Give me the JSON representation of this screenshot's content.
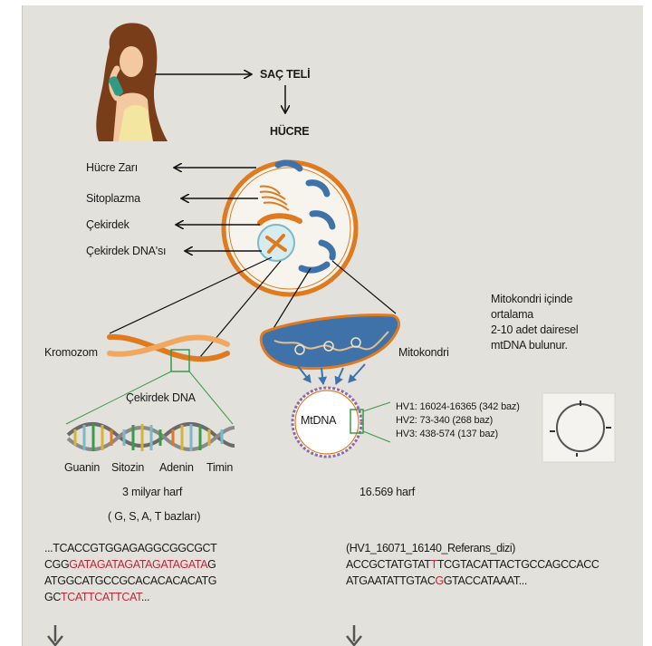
{
  "labels": {
    "sac_teli": "SAÇ TELİ",
    "hucre": "HÜCRE",
    "hucre_zari": "Hücre Zarı",
    "sitoplazma": "Sitoplazma",
    "cekirdek": "Çekirdek",
    "cekirdek_dna_si": "Çekirdek DNA'sı",
    "kromozom": "Kromozom",
    "mitokondri": "Mitokondri",
    "cekirdek_dna": "Çekirdek DNA",
    "mtdna": "MtDNA",
    "guanin": "Guanin",
    "sitozin": "Sitozin",
    "adenin": "Adenin",
    "timin": "Timin",
    "uc_milyar": "3 milyar harf",
    "bazlar": "( G, S, A, T bazları)",
    "harf_16569": "16.569 harf"
  },
  "mito_note": [
    "Mitokondri içinde",
    "ortalama",
    "2-10 adet dairesel",
    "mtDNA bulunur."
  ],
  "hv_regions": [
    "HV1: 16024-16365 (342 baz)",
    "HV2: 73-340 (268 baz)",
    "HV3: 438-574 (137 baz)"
  ],
  "nuclear_sequence": {
    "line1": "...TCACCGTGGAGAGGCGGCGCT",
    "line2_black": "CGG",
    "line2_red": "GATAGATAGATAGATAGATA",
    "line2_tail": "G",
    "line3": "ATGGCATGCCGCACACACACATG",
    "line4_black": "GC",
    "line4_red": "TCATTCATTCAT",
    "line4_tail": "..."
  },
  "mito_sequence": {
    "header": "(HV1_16071_16140_Referans_dizi)",
    "line1_a": "ACCGCTATGTAT",
    "line1_red": "T",
    "line1_b": "TCGTACATTACTGCCAGCCACC",
    "line2_a": "ATGAATATTGTAC",
    "line2_red": "G",
    "line2_b": "GTACCATAAAT..."
  },
  "colors": {
    "panel": "#e3e1dc",
    "cell_membrane": "#e07a1f",
    "organelle_blue": "#3f72a8",
    "highlight_red": "#c0283a",
    "link_green": "#3a9a48"
  },
  "icons": [
    "hair-figure-icon",
    "circular-mtdna-photo-icon"
  ]
}
